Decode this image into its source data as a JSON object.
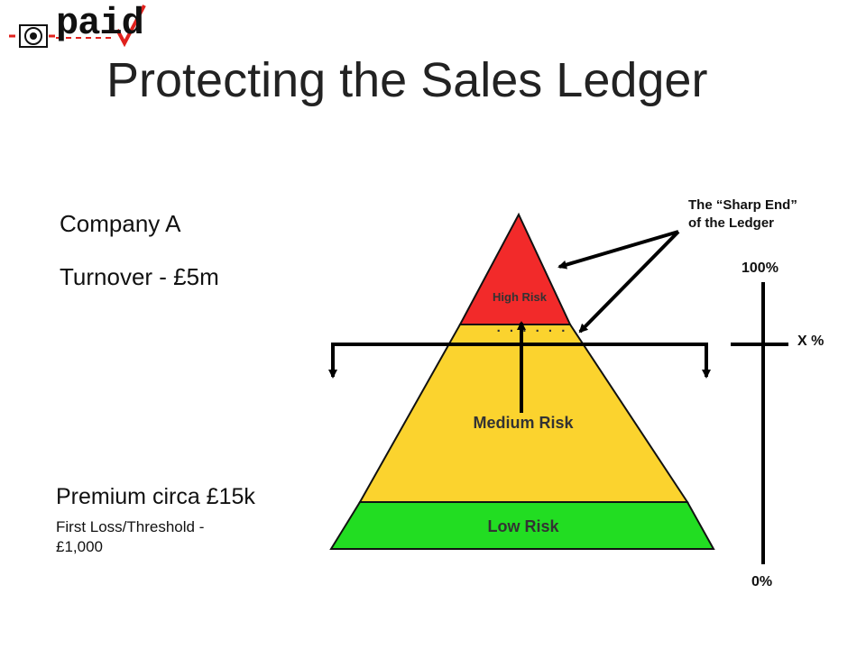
{
  "logo": {
    "text": "paid"
  },
  "title": "Protecting the Sales Ledger",
  "left_panel": {
    "company": "Company A",
    "turnover": "Turnover - £5m",
    "premium": "Premium circa £15k",
    "threshold": "First Loss/Threshold - £1,000"
  },
  "pyramid": {
    "bands": {
      "high": "High Risk",
      "medium": "Medium Risk",
      "low": "Low Risk"
    },
    "dots": ". . . . . ."
  },
  "annotation": {
    "line1": "The “Sharp End”",
    "line2": "of the Ledger"
  },
  "scale": {
    "top": "100%",
    "marker": "X %",
    "bottom": "0%"
  },
  "colors": {
    "high": "#f22a2a",
    "medium": "#fbd32e",
    "low": "#22dd22",
    "logo_red": "#e0211d"
  }
}
